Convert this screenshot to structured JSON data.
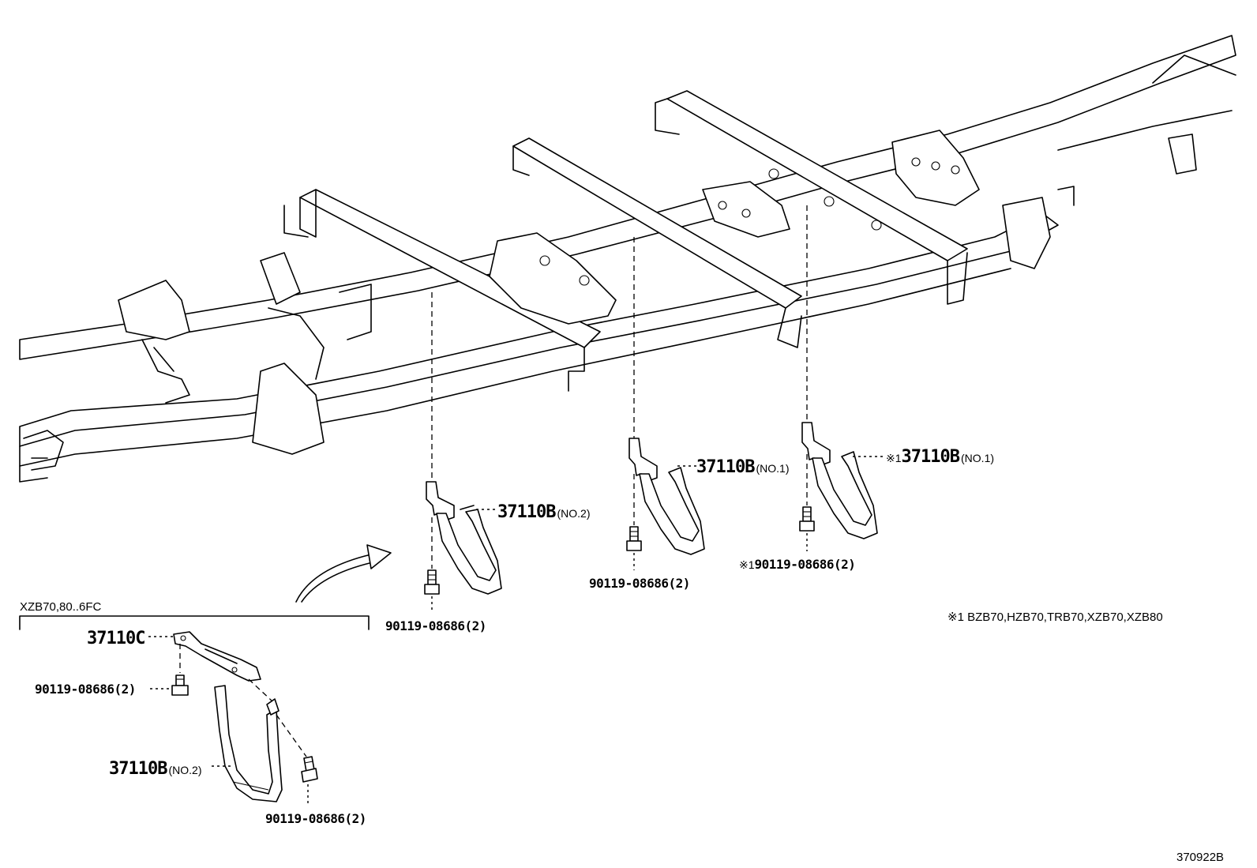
{
  "diagram": {
    "code": "370922B",
    "footnote": "※1 BZB70,HZB70,TRB70,XZB70,XZB80",
    "variant_label": "XZB70,80..6FC",
    "labels": {
      "strap_left_part": "37110B",
      "strap_left_tag": "(NO.2)",
      "strap_mid_part": "37110B",
      "strap_mid_tag": "(NO.1)",
      "strap_right_prefix": "※1",
      "strap_right_part": "37110B",
      "strap_right_tag": "(NO.1)",
      "bolt_left": "90119-08686(2)",
      "bolt_mid": "90119-08686(2)",
      "bolt_right_prefix": "※1",
      "bolt_right": "90119-08686(2)",
      "inset_bracket_part": "37110C",
      "inset_bolt_top": "90119-08686(2)",
      "inset_strap_part": "37110B",
      "inset_strap_tag": "(NO.2)",
      "inset_bolt_bottom": "90119-08686(2)"
    }
  }
}
